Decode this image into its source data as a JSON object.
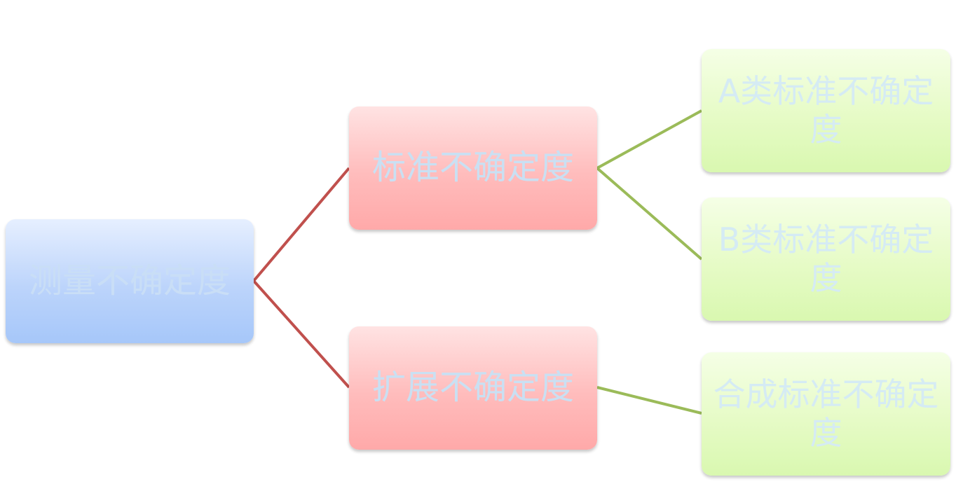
{
  "diagram": {
    "root": {
      "label": "测量不确定度"
    },
    "branches": [
      {
        "label": "标准不确定度",
        "children": [
          {
            "label": "A类标准不确定度"
          },
          {
            "label": "B类标准不确定度"
          }
        ]
      },
      {
        "label": "扩展不确定度",
        "children": [
          {
            "label": "合成标准不确定度"
          }
        ]
      }
    ]
  },
  "colors": {
    "root_connector": "#c0504d",
    "branch_connector": "#9bbb59",
    "text": "#cfe3f7"
  }
}
